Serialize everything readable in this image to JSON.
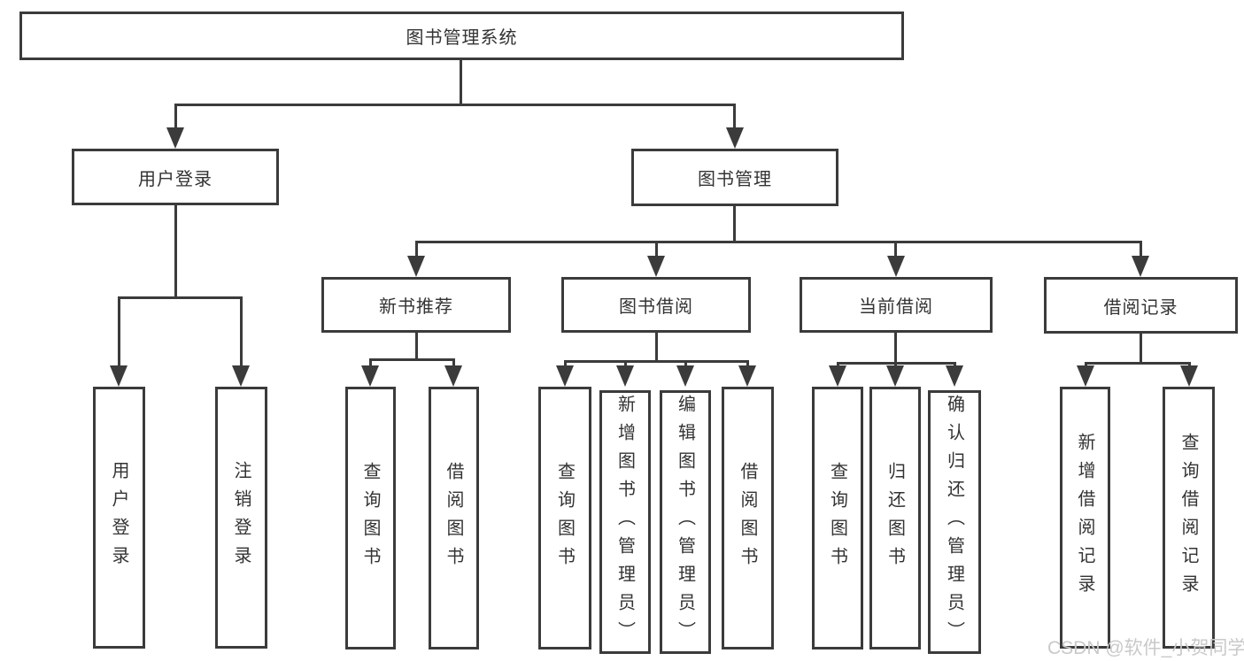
{
  "diagram": {
    "title_node": "图书管理系统",
    "branches": [
      {
        "label": "用户登录",
        "children": [
          "用户登录",
          "注销登录"
        ]
      },
      {
        "label": "图书管理",
        "modules": [
          {
            "label": "新书推荐",
            "children": [
              "查询图书",
              "借阅图书"
            ]
          },
          {
            "label": "图书借阅",
            "children": [
              "查询图书",
              "新增图书（管理员）",
              "编辑图书（管理员）",
              "借阅图书"
            ]
          },
          {
            "label": "当前借阅",
            "children": [
              "查询图书",
              "归还图书",
              "确认归还（管理员）"
            ]
          },
          {
            "label": "借阅记录",
            "children": [
              "新增借阅记录",
              "查询借阅记录"
            ]
          }
        ]
      }
    ],
    "watermark": "CSDN @软件_小贺同学",
    "colors": {
      "line": "#3b3b3b",
      "text": "#333333",
      "watermark": "#c9c9c9",
      "background": "#ffffff"
    }
  }
}
